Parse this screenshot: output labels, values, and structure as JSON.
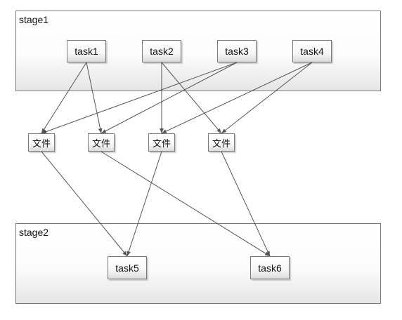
{
  "stages": {
    "stage1": {
      "label": "stage1"
    },
    "stage2": {
      "label": "stage2"
    }
  },
  "nodes": {
    "task1": "task1",
    "task2": "task2",
    "task3": "task3",
    "task4": "task4",
    "file1": "文件",
    "file2": "文件",
    "file3": "文件",
    "file4": "文件",
    "task5": "task5",
    "task6": "task6"
  },
  "edges": [
    {
      "from": "task1",
      "to": "file1"
    },
    {
      "from": "task1",
      "to": "file2"
    },
    {
      "from": "task2",
      "to": "file3"
    },
    {
      "from": "task2",
      "to": "file4"
    },
    {
      "from": "task3",
      "to": "file1"
    },
    {
      "from": "task3",
      "to": "file2"
    },
    {
      "from": "task4",
      "to": "file3"
    },
    {
      "from": "task4",
      "to": "file4"
    },
    {
      "from": "file1",
      "to": "task5"
    },
    {
      "from": "file2",
      "to": "task6"
    },
    {
      "from": "file3",
      "to": "task5"
    },
    {
      "from": "file4",
      "to": "task6"
    }
  ],
  "colors": {
    "line": "#555555",
    "border": "#7a7a7a"
  }
}
